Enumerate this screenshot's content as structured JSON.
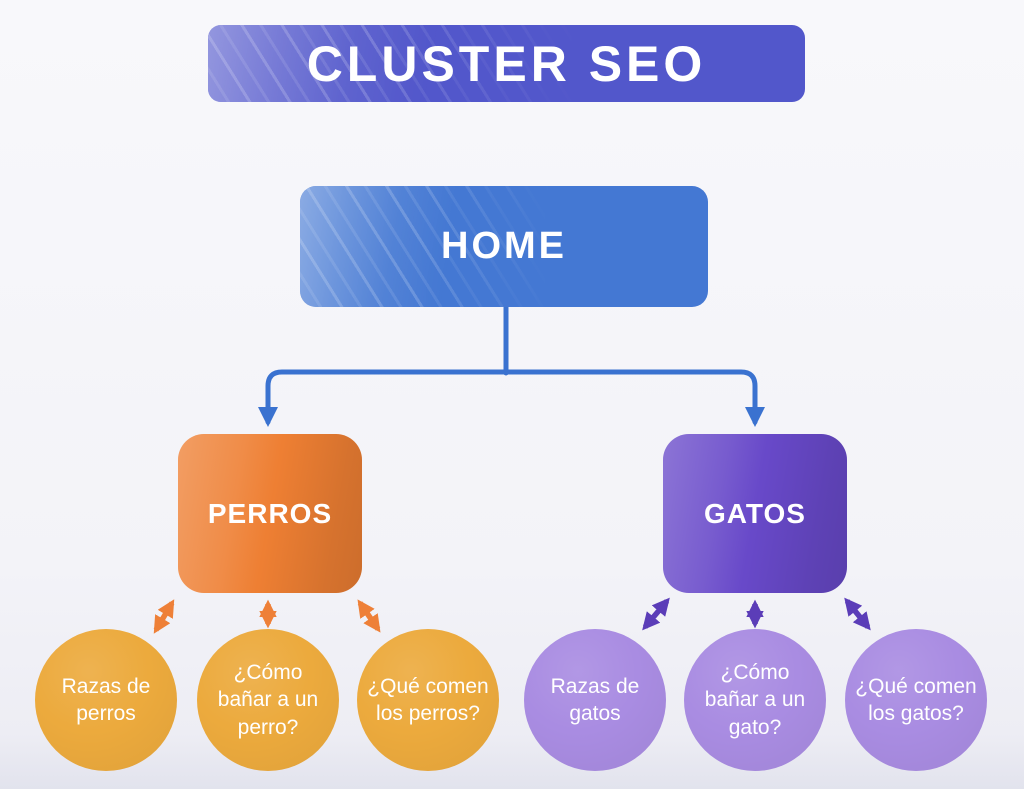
{
  "title": {
    "label": "CLUSTER SEO"
  },
  "home": {
    "label": "HOME"
  },
  "clusters": [
    {
      "label": "PERROS",
      "topics": [
        "Razas de perros",
        "¿Cómo bañar a un perro?",
        "¿Qué comen los perros?"
      ]
    },
    {
      "label": "GATOS",
      "topics": [
        "Razas de gatos",
        "¿Cómo bañar a un gato?",
        "¿Qué comen los gatos?"
      ]
    }
  ],
  "icons": {
    "branch_arrow": "arrow-down",
    "topic_link": "double-headed-arrow"
  },
  "colors": {
    "background": "#f8f8fb",
    "background_bottom": "#e2e3ed",
    "banner": "#5257cb",
    "home": "#4478d3",
    "connector": "#3a72d0",
    "perros_box": "#ee7f33",
    "perros_circle": "#ecaa3d",
    "perros_arrow": "#ee8038",
    "gatos_box": "#6849c9",
    "gatos_circle": "#a98ce2",
    "gatos_arrow": "#5b3db8"
  }
}
